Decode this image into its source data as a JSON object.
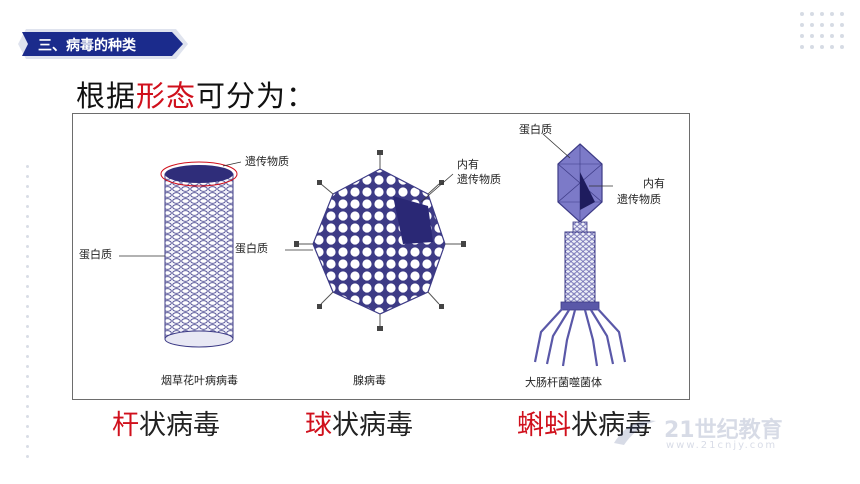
{
  "section_tag": {
    "label": "三、病毒的种类",
    "color": "#1b2b8c"
  },
  "heading": {
    "prefix": "根据",
    "highlight": "形态",
    "suffix": "可分为："
  },
  "figure": {
    "tobacco": {
      "genetic": "遗传物质",
      "protein": "蛋白质",
      "caption": "烟草花叶病病毒"
    },
    "adeno": {
      "genetic_line1": "内有",
      "genetic_line2": "遗传物质",
      "protein": "蛋白质",
      "caption": "腺病毒"
    },
    "phage": {
      "protein": "蛋白质",
      "genetic_line1": "内有",
      "genetic_line2": "遗传物质",
      "caption": "大肠杆菌噬菌体"
    }
  },
  "categories": [
    {
      "highlight": "杆",
      "rest": "状病毒"
    },
    {
      "highlight": "球",
      "rest": "状病毒"
    },
    {
      "highlight": "蝌蚪",
      "rest": "状病毒"
    }
  ],
  "watermark": {
    "text": "21世纪教育",
    "url": "www.21cnjy.com"
  },
  "colors": {
    "highlight": "#d0101c",
    "tag": "#1b2b8c",
    "virus": "#5a58a8"
  }
}
